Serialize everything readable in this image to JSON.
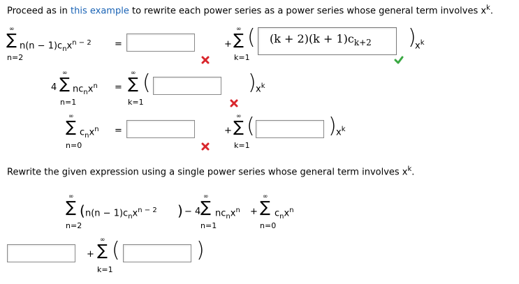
{
  "instruction": {
    "prefix": "Proceed as in",
    "link": "this example",
    "suffix": "to rewrite each power series as a power series whose general term involves x",
    "sup": "k",
    "end": "."
  },
  "symbols": {
    "sigma": "∑",
    "infinity": "∞",
    "equals": "=",
    "plus": "+",
    "minus": "−",
    "lparen": "(",
    "rparen": ")",
    "x": "x",
    "k": "k"
  },
  "row1": {
    "term": "n(n − 1)c",
    "sub": "n",
    "x": "x",
    "sup": "n − 2",
    "lower_limit": "n=2",
    "answer_box1": "",
    "sum2_lower": "k=1",
    "answer_box2": "(k + 2)(k + 1)c",
    "answer_box2_sub": "k+2",
    "status1": "incorrect",
    "status2": "correct"
  },
  "row2": {
    "coef": "4",
    "term": "nc",
    "sub": "n",
    "x": "x",
    "sup": "n",
    "lower_limit": "n=1",
    "sum_lower": "k=1",
    "answer_box1": "",
    "status": "incorrect"
  },
  "row3": {
    "term": "c",
    "sub": "n",
    "x": "x",
    "sup": "n",
    "lower_limit": "n=0",
    "answer_box1": "",
    "sum_lower": "k=1",
    "answer_box2": "",
    "status1": "incorrect"
  },
  "instruction2": {
    "text": "Rewrite the given expression using a single power series whose general term involves x",
    "sup": "k",
    "end": "."
  },
  "expression": {
    "t1": "n(n − 1)c",
    "t1_sub": "n",
    "t1_x": "x",
    "t1_sup": "n − 2",
    "t1_lower": "n=2",
    "minus_coef": "− 4",
    "t2": "nc",
    "t2_sub": "n",
    "t2_x": "x",
    "t2_sup": "n",
    "t2_lower": "n=1",
    "t3": "c",
    "t3_sub": "n",
    "t3_x": "x",
    "t3_sup": "n",
    "t3_lower": "n=0"
  },
  "final": {
    "answer_box1": "",
    "sum_lower": "k=1",
    "answer_box2": ""
  },
  "colors": {
    "link": "#1a63b5",
    "incorrect": "#d9262c",
    "correct": "#3aa843"
  }
}
